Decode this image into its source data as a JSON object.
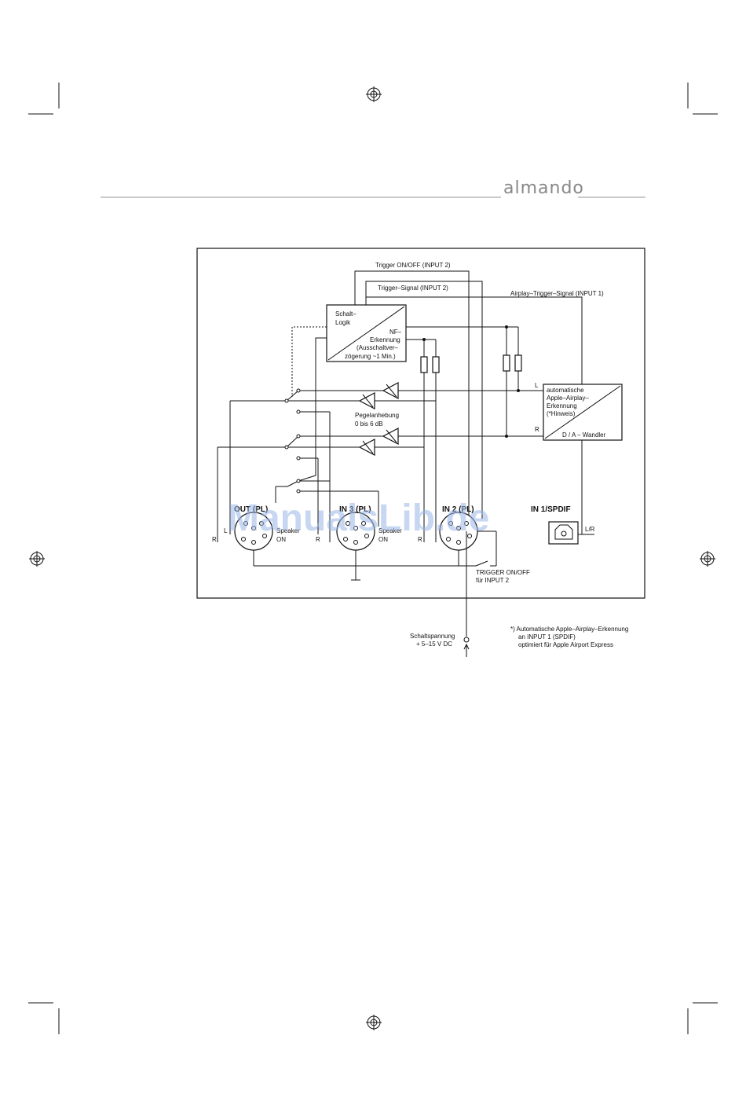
{
  "header": {
    "brand": "almando"
  },
  "diagram": {
    "trigger_onoff": "Trigger ON/OFF (INPUT 2)",
    "trigger_signal": "Trigger–Signal (INPUT 2)",
    "airplay_trigger": "Airplay–Trigger–Signal (INPUT 1)",
    "logic_1": "Schalt–",
    "logic_2": "Logik",
    "nf_1": "NF–",
    "nf_2": "Erkennung",
    "nf_3": "(Ausschaltver–",
    "nf_4": "zögerung ~1 Min.)",
    "airplay_1": "automatische",
    "airplay_2": "Apple–Airplay–",
    "airplay_3": "Erkennung",
    "airplay_4": "(*Hinweis)",
    "converter": "D / A – Wandler",
    "ch_l": "L",
    "ch_r": "R",
    "pegel_1": "Pegelanhebung",
    "pegel_2": "0 bis 6 dB",
    "conn_out": "OUT (PL)",
    "conn_in3": "IN 3 (PL)",
    "conn_in2": "IN 2 (PL)",
    "conn_in1": "IN 1/SPDIF",
    "speaker_1": "Speaker",
    "speaker_2": "ON",
    "lr": "L/R",
    "trigger_switch_1": "TRIGGER ON/OFF",
    "trigger_switch_2": "für INPUT 2",
    "supply_1": "Schaltspannung",
    "supply_2": "+ 5–15 V DC",
    "note_1": "*) Automatische Apple–Airplay–Erkennung",
    "note_2": "an INPUT 1 (SPDIF)",
    "note_3": "optimiert für Apple Airport Express"
  },
  "watermark": "ManualsLib.de"
}
